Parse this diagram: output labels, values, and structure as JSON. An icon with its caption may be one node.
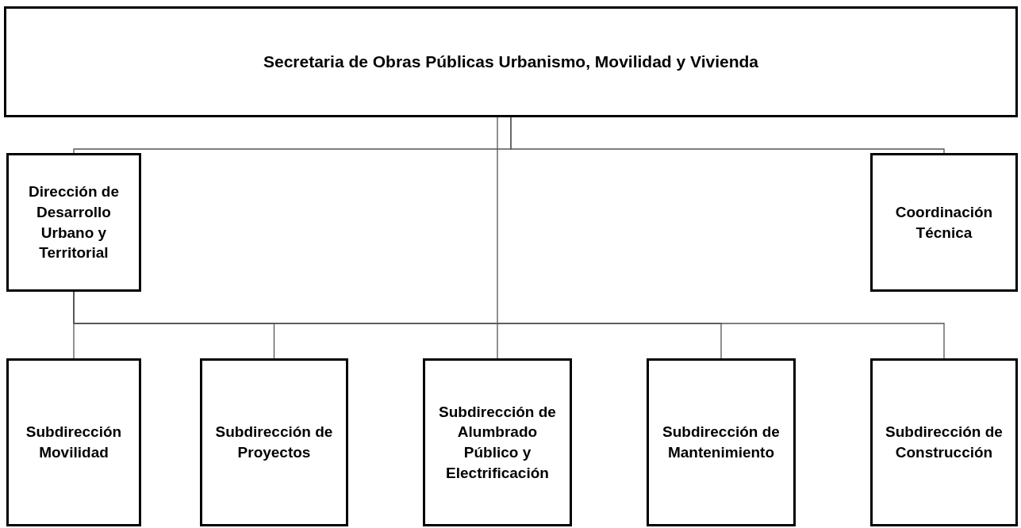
{
  "diagram": {
    "nodes": [
      {
        "text": [
          "Secretaria de Obras Públicas Urbanismo, Movilidad y Vivienda"
        ]
      },
      {
        "text": [
          "Dirección de Desarrollo Urbano y Territorial"
        ]
      },
      {
        "text": [
          "Coordinación Técnica"
        ]
      },
      {
        "text": [
          "Subdirección Movilidad"
        ]
      },
      {
        "text": [
          "Subdirección de Proyectos"
        ]
      },
      {
        "text": [
          "Subdirección de Alumbrado Público y Electrificación"
        ]
      },
      {
        "text": [
          "Subdirección de Mantenimiento"
        ]
      },
      {
        "text": [
          "Subdirección de Construcción"
        ]
      }
    ],
    "edges": [
      {
        "from": 0,
        "to": 1,
        "arrow": "none"
      },
      {
        "from": 0,
        "to": 2,
        "arrow": "none"
      },
      {
        "from": 0,
        "to": 5,
        "arrow": "none"
      },
      {
        "from": 1,
        "to": 3,
        "arrow": "none"
      },
      {
        "from": 1,
        "to": 4,
        "arrow": "none"
      },
      {
        "from": 1,
        "to": 6,
        "arrow": "none"
      },
      {
        "from": 1,
        "to": 7,
        "arrow": "none"
      }
    ]
  }
}
